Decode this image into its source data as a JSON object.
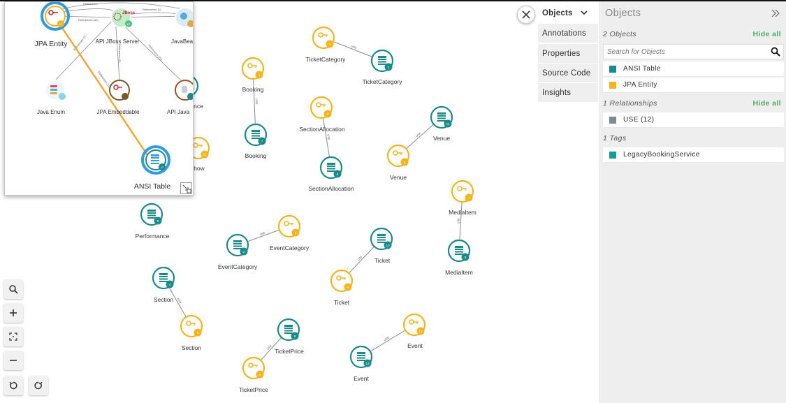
{
  "tabs": {
    "objects": "Objects",
    "annotations": "Annotations",
    "properties": "Properties",
    "source_code": "Source Code",
    "insights": "Insights"
  },
  "panel": {
    "title": "Objects",
    "objects_count": "2 Objects",
    "hide_all": "Hide all",
    "search_placeholder": "Search for Objects",
    "objects": [
      {
        "label": "ANSI Table",
        "color": "#1a8a8a"
      },
      {
        "label": "JPA Entity",
        "color": "#f5b51a"
      }
    ],
    "relationships_count": "1 Relationships",
    "relationships": [
      {
        "label": "USE (12)",
        "color": "#7d8a94"
      }
    ],
    "tags_count": "1 Tags",
    "tags": [
      {
        "label": "LegacyBookingService",
        "color": "#139e8e"
      }
    ]
  },
  "colors": {
    "table": "#1a8a8a",
    "entity": "#f5b51a",
    "minimap_edge": "#f5a623",
    "selection": "#2f9be6"
  },
  "graph": {
    "nodes": [
      {
        "id": "ticketcategory-entity",
        "label": "TicketCategory",
        "type": "entity",
        "badge": "1"
      },
      {
        "id": "ticketcategory-table",
        "label": "TicketCategory",
        "type": "table",
        "badge": "3"
      },
      {
        "id": "booking-entity",
        "label": "Booking",
        "type": "entity",
        "badge": "4"
      },
      {
        "id": "booking-table",
        "label": "Booking",
        "type": "table",
        "badge": "7"
      },
      {
        "id": "sectionallocation-entity",
        "label": "SectionAllocation",
        "type": "entity",
        "badge": "2"
      },
      {
        "id": "sectionallocation-table",
        "label": "SectionAllocation",
        "type": "table",
        "badge": "6"
      },
      {
        "id": "venue-table",
        "label": "Venue",
        "type": "table",
        "badge": "11"
      },
      {
        "id": "venue-entity",
        "label": "Venue",
        "type": "entity",
        "badge": "8"
      },
      {
        "id": "mediaitem-entity",
        "label": "MediaItem",
        "type": "entity",
        "badge": "7"
      },
      {
        "id": "mediaitem-table",
        "label": "MediaItem",
        "type": "table",
        "badge": "9"
      },
      {
        "id": "performance-table",
        "label": "Performance",
        "type": "table",
        "badge": "5"
      },
      {
        "id": "eventcategory-entity",
        "label": "EventCategory",
        "type": "entity",
        "badge": "3"
      },
      {
        "id": "eventcategory-table",
        "label": "EventCategory",
        "type": "table",
        "badge": "2"
      },
      {
        "id": "ticket-table",
        "label": "Ticket",
        "type": "table",
        "badge": "10"
      },
      {
        "id": "ticket-entity",
        "label": "Ticket",
        "type": "entity",
        "badge": "6"
      },
      {
        "id": "section-table",
        "label": "Section",
        "type": "table",
        "badge": "4"
      },
      {
        "id": "section-entity",
        "label": "Section",
        "type": "entity",
        "badge": "5"
      },
      {
        "id": "ticketprice-table",
        "label": "TicketPrice",
        "type": "table",
        "badge": "8"
      },
      {
        "id": "ticketprice-entity",
        "label": "TicketPrice",
        "type": "entity",
        "badge": "9"
      },
      {
        "id": "event-entity",
        "label": "Event",
        "type": "entity",
        "badge": "10"
      },
      {
        "id": "event-table",
        "label": "Event",
        "type": "table",
        "badge": "12"
      },
      {
        "id": "show-entity",
        "label": "how",
        "type": "entity",
        "badge": "11"
      },
      {
        "id": "performance-partial",
        "label": "nce",
        "type": "table",
        "badge": ""
      }
    ],
    "edge_label": "USE"
  },
  "minimap": {
    "nodes": [
      {
        "id": "jpa-entity",
        "label": "JPA Entity"
      },
      {
        "id": "api-jboss-server",
        "label": "API JBoss Server",
        "logo": "JBoss"
      },
      {
        "id": "javabeans",
        "label": "JavaBea"
      },
      {
        "id": "java-enum",
        "label": "Java Enum"
      },
      {
        "id": "jpa-embeddable",
        "label": "JPA Embeddable"
      },
      {
        "id": "api-java",
        "label": "API Java"
      },
      {
        "id": "ansi-table",
        "label": "ANSI Table"
      }
    ]
  }
}
